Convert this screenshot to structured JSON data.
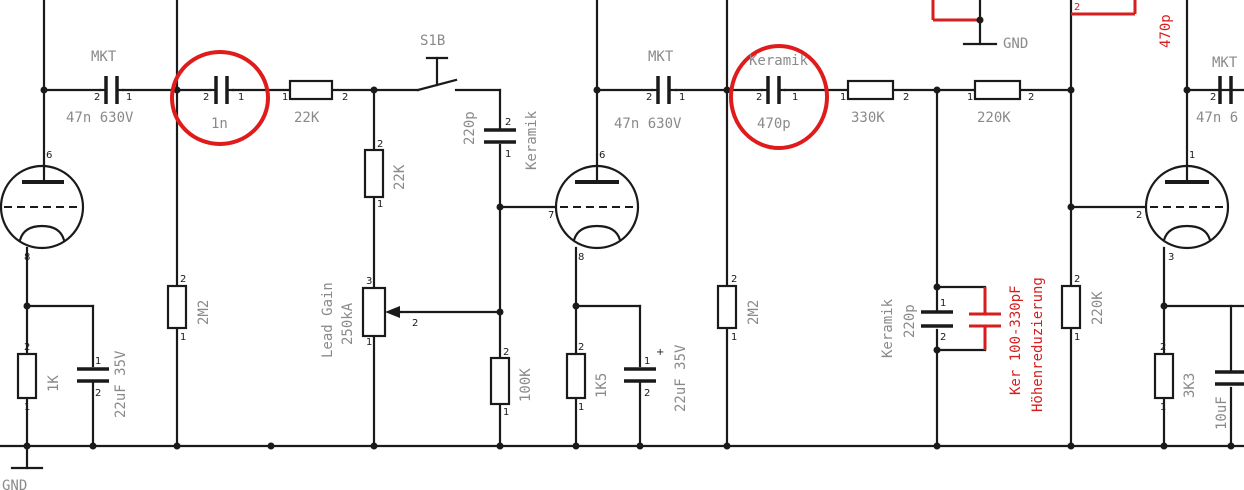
{
  "labels": {
    "mkt1": "MKT",
    "c1_value": "47n 630V",
    "c2_value": "1n",
    "r_22k_h": "22K",
    "s1b": "S1B",
    "c_220p_v": "220p",
    "c_keramik_v": "Keramik",
    "r_22k_v": "22K",
    "pot_name": "Lead Gain",
    "pot_value": "250kA",
    "r_100k": "100K",
    "r_2m2_1": "2M2",
    "r_1k": "1K",
    "c_22uf_1": "22uF 35V",
    "gnd_left": "GND",
    "mkt2": "MKT",
    "c3_value": "47n 630V",
    "c4_keramik": "Keramik",
    "c4_value": "470p",
    "r_330k": "330K",
    "r_220k_h": "220K",
    "r_2m2_2": "2M2",
    "r_1k5": "1K5",
    "c_22uf_2": "22uF 35V",
    "c_keramik_220p_a": "Keramik",
    "c_keramik_220p_b": "220p",
    "c_red_a": "Ker 100-330pF",
    "c_red_b": "Höhenreduzierung",
    "gnd_top": "GND",
    "r_220k_v": "220K",
    "r_3k3": "3K3",
    "c_10uf": "10uF",
    "mkt3": "MKT",
    "c5_value": "47n 6",
    "top_right_470p": "470p"
  },
  "colors": {
    "wire": "#1a1a1a",
    "label": "#8a8a8a",
    "highlight": "#e01b1b",
    "red_part": "#d61e1e"
  }
}
